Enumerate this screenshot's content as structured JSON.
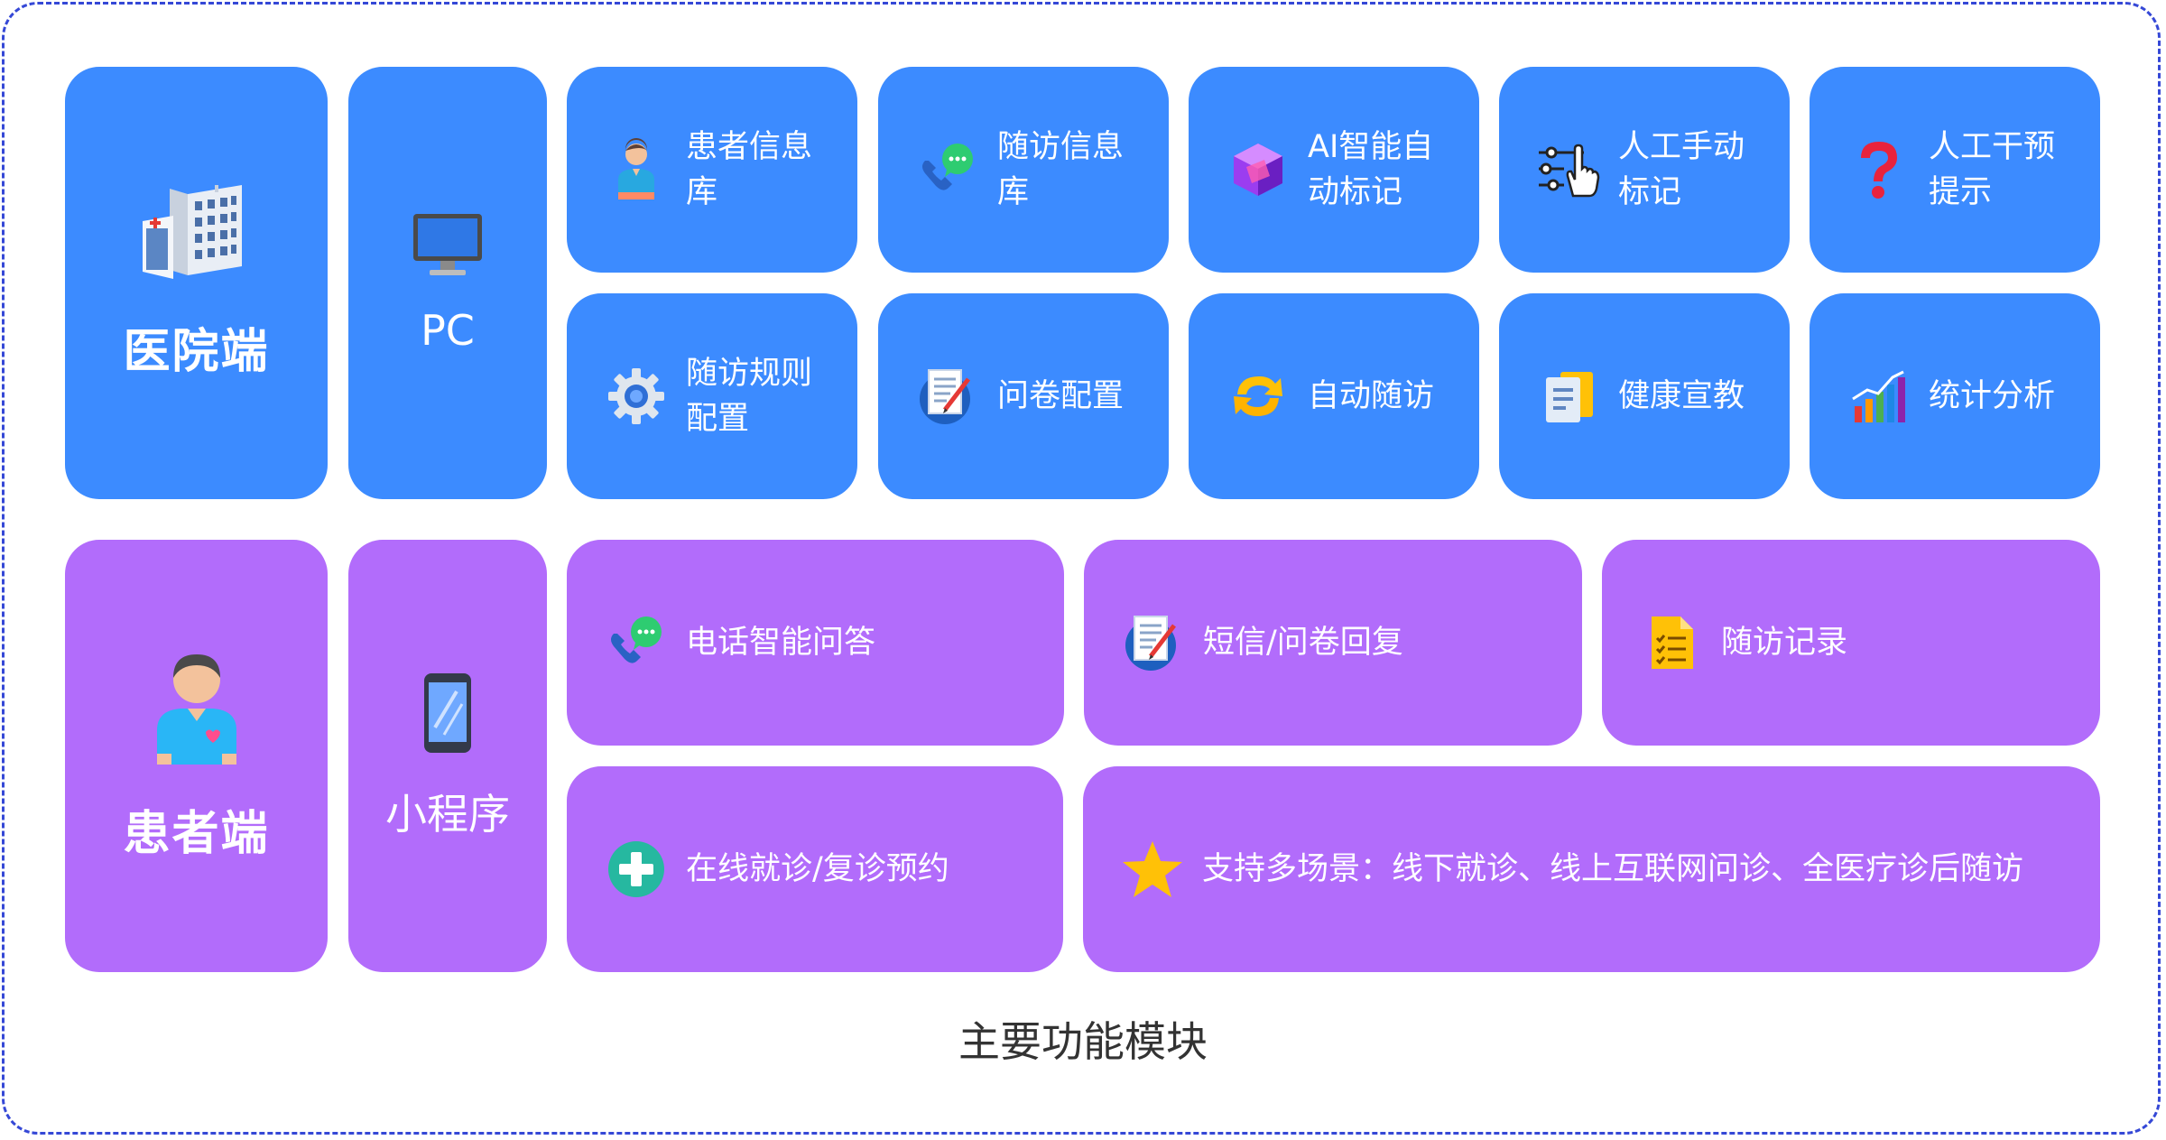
{
  "caption": "主要功能模块",
  "hospital": {
    "side_label": "医院端",
    "platform_label": "PC",
    "features": [
      {
        "label": "患者信息库",
        "icon": "patient-icon"
      },
      {
        "label": "随访信息库",
        "icon": "phone-chat-icon"
      },
      {
        "label": "AI智能自动标记",
        "icon": "ai-cube-icon"
      },
      {
        "label": "人工手动标记",
        "icon": "hand-pointer-icon"
      },
      {
        "label": "人工干预提示",
        "icon": "question-mark-icon"
      },
      {
        "label": "随访规则配置",
        "icon": "gear-icon"
      },
      {
        "label": "问卷配置",
        "icon": "questionnaire-icon"
      },
      {
        "label": "自动随访",
        "icon": "refresh-icon"
      },
      {
        "label": "健康宣教",
        "icon": "document-icon"
      },
      {
        "label": "统计分析",
        "icon": "bar-chart-icon"
      }
    ]
  },
  "patient": {
    "side_label": "患者端",
    "platform_label": "小程序",
    "features": [
      {
        "label": "电话智能问答",
        "icon": "phone-chat-icon"
      },
      {
        "label": "短信/问卷回复",
        "icon": "questionnaire-icon"
      },
      {
        "label": "随访记录",
        "icon": "checklist-icon"
      },
      {
        "label": "在线就诊/复诊预约",
        "icon": "medical-cross-icon"
      },
      {
        "label": "支持多场景：线下就诊、线上互联网问诊、全医疗诊后随访",
        "icon": "star-icon"
      }
    ]
  },
  "colors": {
    "hospital": "#3c8bff",
    "patient": "#b26cfb",
    "border": "#3548d6"
  }
}
